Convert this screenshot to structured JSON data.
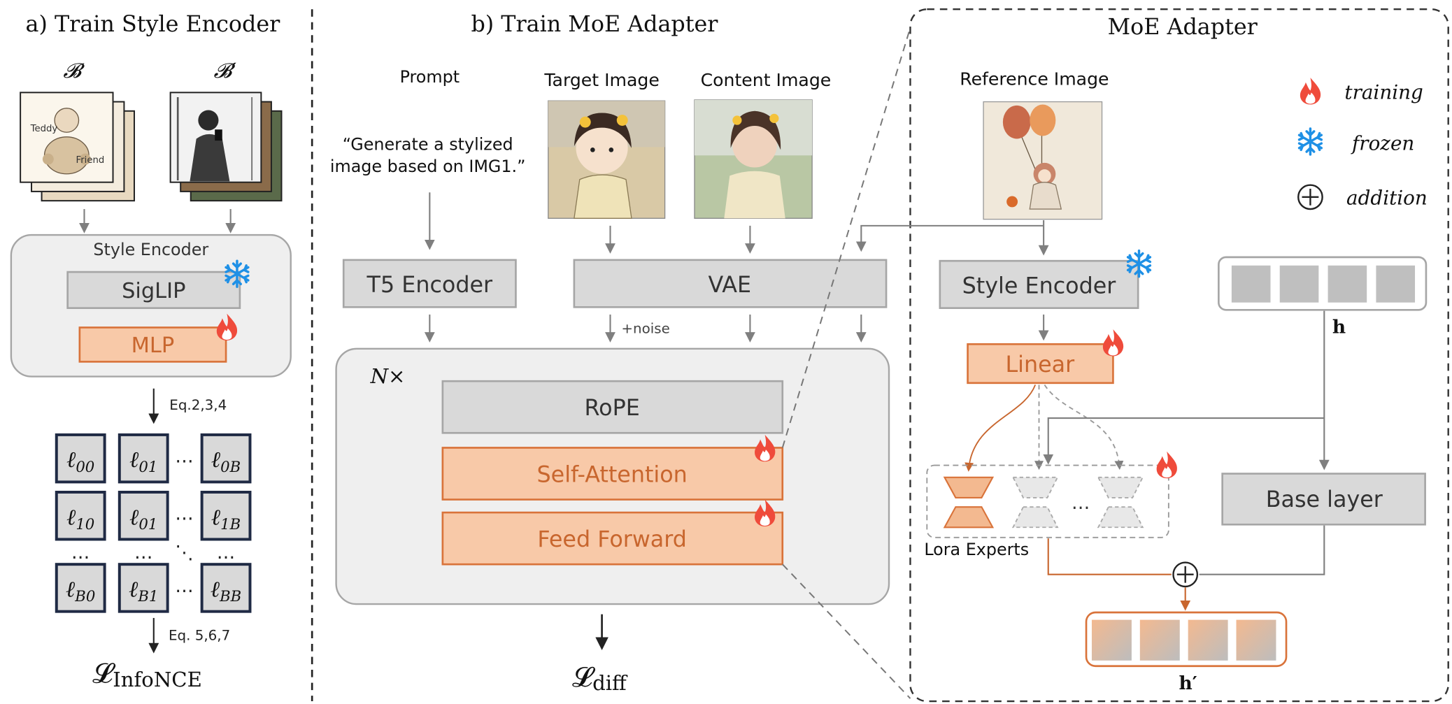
{
  "panel_a": {
    "title": "a) Train Style Encoder",
    "batch_label": "𝓑",
    "batch_prime_label": "𝓑′",
    "teddy_text": "Teddy",
    "friend_text": "Friend",
    "style_encoder_label": "Style Encoder",
    "siglip_label": "SigLIP",
    "mlp_label": "MLP",
    "eq1_label": "Eq.2,3,4",
    "eq2_label": "Eq. 5,6,7",
    "loss_main": "𝓛",
    "loss_sub": "InfoNCE",
    "ellipsis": "…",
    "matrix_rows": [
      [
        {
          "b": "ℓ",
          "s": "00"
        },
        {
          "b": "ℓ",
          "s": "01"
        },
        {
          "b": "ℓ",
          "s": "0B"
        }
      ],
      [
        {
          "b": "ℓ",
          "s": "10"
        },
        {
          "b": "ℓ",
          "s": "01"
        },
        {
          "b": "ℓ",
          "s": "1B"
        }
      ],
      [
        {
          "b": "ℓ",
          "s": "B0"
        },
        {
          "b": "ℓ",
          "s": "B1"
        },
        {
          "b": "ℓ",
          "s": "BB"
        }
      ]
    ]
  },
  "panel_b": {
    "title": "b) Train MoE Adapter",
    "prompt_label": "Prompt",
    "prompt_text_line1": "“Generate a stylized",
    "prompt_text_line2": "image based on IMG1.”",
    "target_image_label": "Target Image",
    "content_image_label": "Content Image",
    "t5_label": "T5 Encoder",
    "vae_label": "VAE",
    "noise_label": "+noise",
    "nx_label": "N×",
    "rope_label": "RoPE",
    "self_attention_label": "Self-Attention",
    "feed_forward_label": "Feed Forward",
    "loss_main": "𝓛",
    "loss_sub": "diff"
  },
  "moe": {
    "title": "MoE Adapter",
    "reference_image_label": "Reference Image",
    "style_encoder_label": "Style Encoder",
    "linear_label": "Linear",
    "lora_label": "Lora Experts",
    "base_layer_label": "Base layer",
    "h_label": "h",
    "h_prime_label": "h′",
    "ellipsis": "…"
  },
  "legend": {
    "training": "training",
    "frozen": "frozen",
    "addition": "addition"
  },
  "colors": {
    "orange_fill": "#f8c9a8",
    "orange_stroke": "#d9733a",
    "gray_fill": "#d9d9d9",
    "gray_stroke": "#a6a6a6",
    "panel_fill": "#efefef",
    "navy": "#1f2a44",
    "snow": "#1e90e6",
    "flame": "#ef4b3b"
  }
}
